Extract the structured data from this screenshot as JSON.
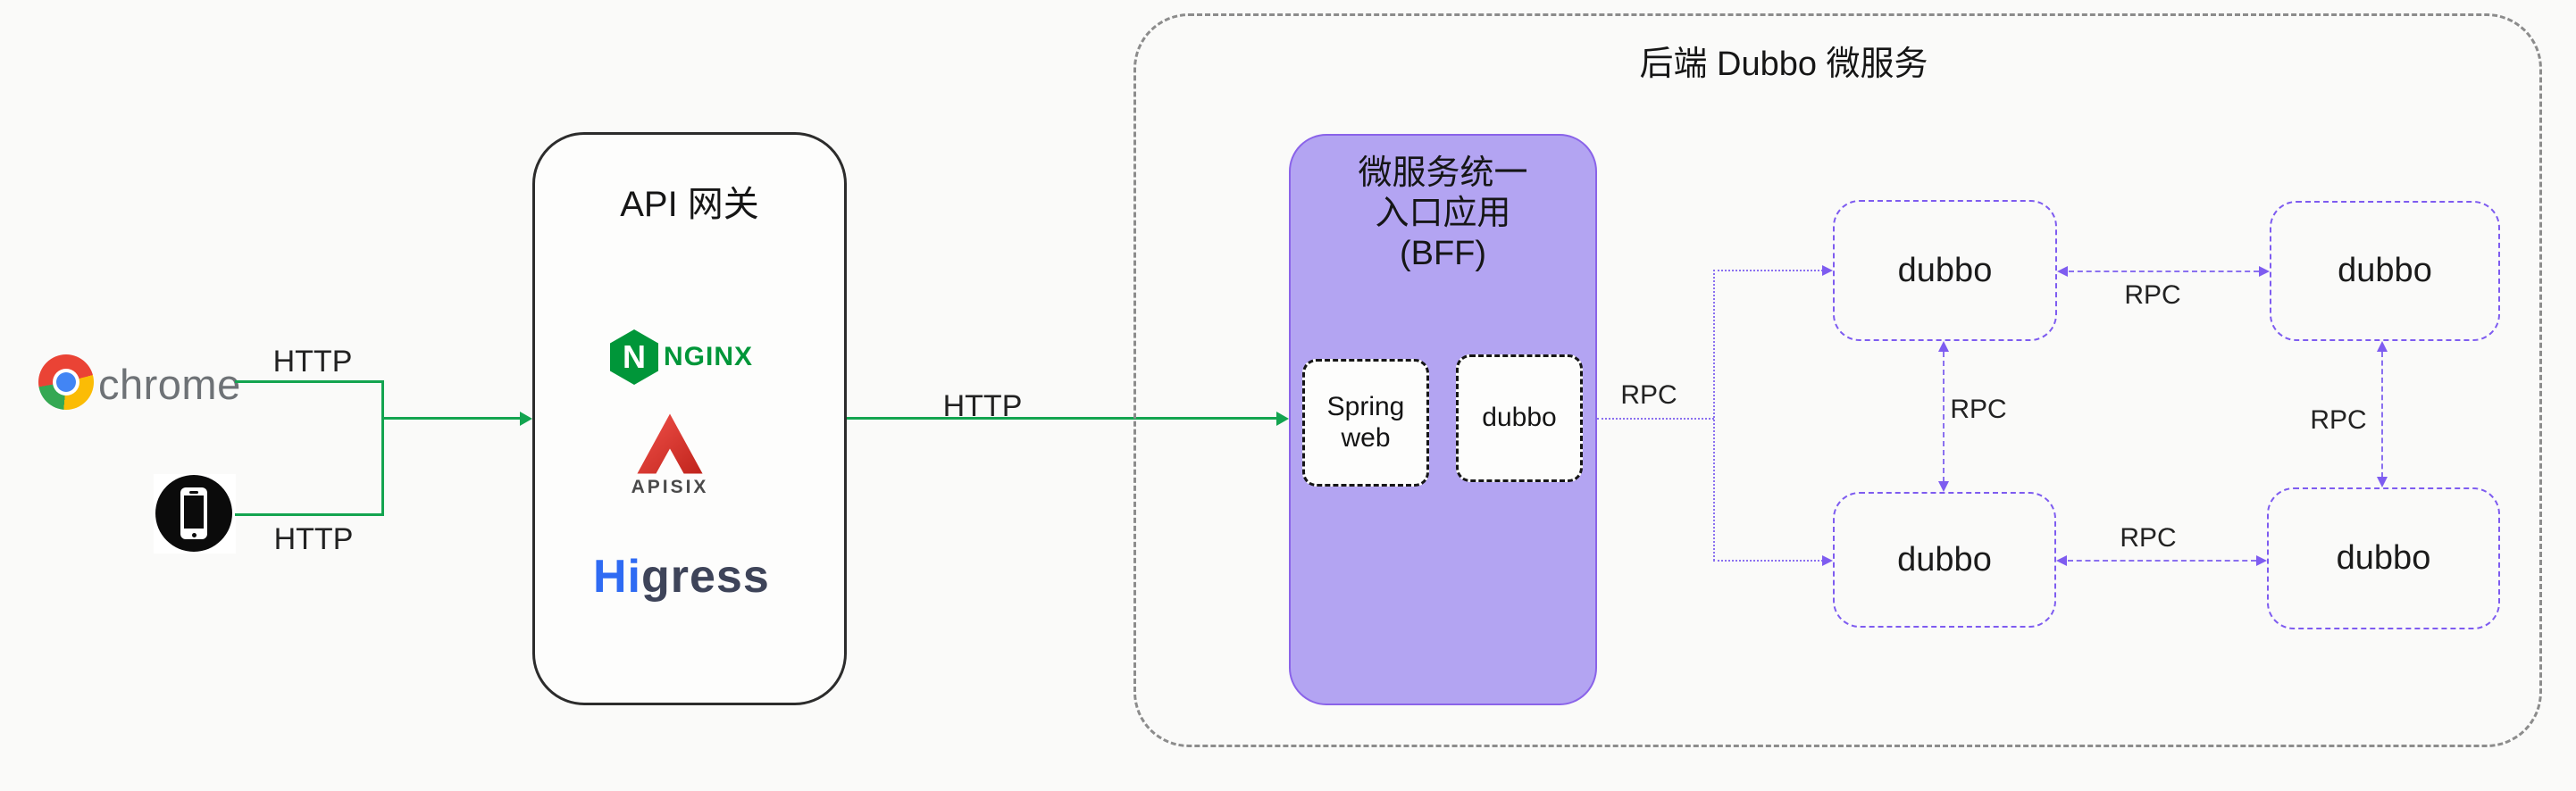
{
  "colors": {
    "bg": "#fafaf9",
    "text": "#1e1e1e",
    "http_line": "#13a450",
    "rpc_line": "#8a70f0",
    "rpc_arrow": "#7e5cf0",
    "bff_fill": "#b3a4f2",
    "bff_border": "#8a63e9",
    "outer_border": "#8c8c8c",
    "gateway_border": "#2c2c2c",
    "nginx_green": "#009639",
    "apisix_red": "#e23f33",
    "apisix_red_dark": "#b71f1a",
    "apisix_text": "#4a4a4a",
    "higress_blue": "#2f6bf3",
    "higress_dark": "#3e4459",
    "chrome_text": "#6e7276"
  },
  "clients": {
    "chrome_label": "chrome",
    "http_top_label": "HTTP",
    "http_bottom_label": "HTTP"
  },
  "gateway": {
    "title": "API 网关",
    "nginx_letter": "N",
    "nginx_wordmark": "NGINX",
    "apisix_wordmark": "APISIX",
    "higress_hi": "Hi",
    "higress_gress": "gress"
  },
  "flow": {
    "http_mid_label": "HTTP"
  },
  "backend": {
    "title": "后端 Dubbo 微服务",
    "bff": {
      "title_lines": [
        "微服务统一",
        "入口应用",
        "(BFF)"
      ],
      "components": [
        {
          "label": "Spring web"
        },
        {
          "label": "dubbo"
        }
      ]
    },
    "services": [
      {
        "label": "dubbo"
      },
      {
        "label": "dubbo"
      },
      {
        "label": "dubbo"
      },
      {
        "label": "dubbo"
      }
    ],
    "rpc_labels": {
      "bff_out": "RPC",
      "left_vertical": "RPC",
      "top_horizontal": "RPC",
      "right_vertical": "RPC",
      "bottom_horizontal": "RPC"
    }
  }
}
